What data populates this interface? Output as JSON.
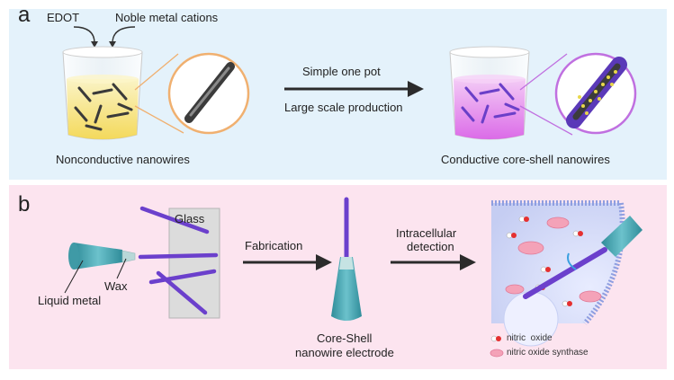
{
  "panel_a": {
    "letter": "a",
    "reagent_1": "EDOT",
    "reagent_2": "Noble metal cations",
    "step_line_1": "Simple one pot",
    "step_line_2": "Large scale production",
    "left_caption": "Nonconductive nanowires",
    "right_caption": "Conductive core-shell nanowires"
  },
  "panel_b": {
    "letter": "b",
    "glass_label": "Glass",
    "wax_label": "Wax",
    "liquid_metal_label": "Liquid metal",
    "fabrication_label": "Fabrication",
    "detection_line_1": "Intracellular",
    "detection_line_2": "detection",
    "electrode_line_1": "Core-Shell",
    "electrode_line_2": "nanowire electrode",
    "legend": [
      {
        "label": "nitric  oxide",
        "icon": "nitric-oxide-molecule-icon"
      },
      {
        "label": "nitric oxide synthase",
        "icon": "nitric-oxide-synthase-icon"
      }
    ]
  },
  "colors": {
    "panel_a_bg": "#e4f2fb",
    "panel_b_bg": "#fce4ef",
    "yellow_solution": "#f6e27a",
    "magenta_solution": "#e070e8",
    "nanowire_purple": "#6a3fc8",
    "glass_gray": "#d9d9d9",
    "teal_tip": "#4fa9b5",
    "cell_blue": "#b8c4f0"
  }
}
